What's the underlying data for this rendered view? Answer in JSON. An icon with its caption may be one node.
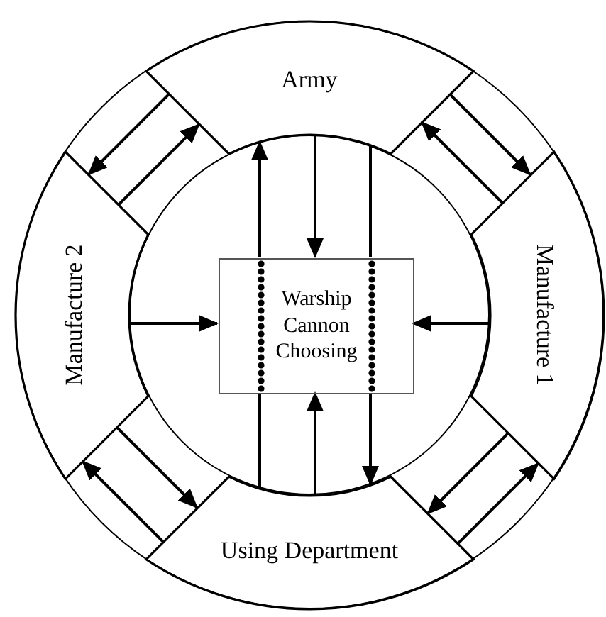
{
  "diagram": {
    "nodes": [
      {
        "text": [
          "Army"
        ]
      },
      {
        "text": [
          "Manufacture 1"
        ]
      },
      {
        "text": [
          "Using Department"
        ]
      },
      {
        "text": [
          "Manufacture 2"
        ]
      },
      {
        "text": [],
        "shape": "circle"
      },
      {
        "text": [
          "Warship Cannon Choosing"
        ],
        "in": 4
      }
    ],
    "edges": [
      {
        "from": 0,
        "to": 5,
        "arrow": "to"
      },
      {
        "from": 2,
        "to": 5,
        "arrow": "none"
      },
      {
        "from": 5,
        "to": 0,
        "arrow": "to"
      },
      {
        "from": 0,
        "to": 5,
        "arrow": "none"
      },
      {
        "from": 5,
        "to": 2,
        "arrow": "to"
      },
      {
        "from": 2,
        "to": 5,
        "arrow": "to"
      },
      {
        "from": 3,
        "to": 5,
        "arrow": "to"
      },
      {
        "from": 1,
        "to": 5,
        "arrow": "to"
      },
      {
        "from": 0,
        "to": 3,
        "arrow": "to"
      },
      {
        "from": 3,
        "to": 0,
        "arrow": "to"
      },
      {
        "from": 0,
        "to": 1,
        "arrow": "to"
      },
      {
        "from": 1,
        "to": 0,
        "arrow": "to"
      },
      {
        "from": 1,
        "to": 2,
        "arrow": "to"
      },
      {
        "from": 2,
        "to": 1,
        "arrow": "to"
      },
      {
        "from": 3,
        "to": 2,
        "arrow": "to"
      },
      {
        "from": 2,
        "to": 3,
        "arrow": "to"
      }
    ]
  }
}
